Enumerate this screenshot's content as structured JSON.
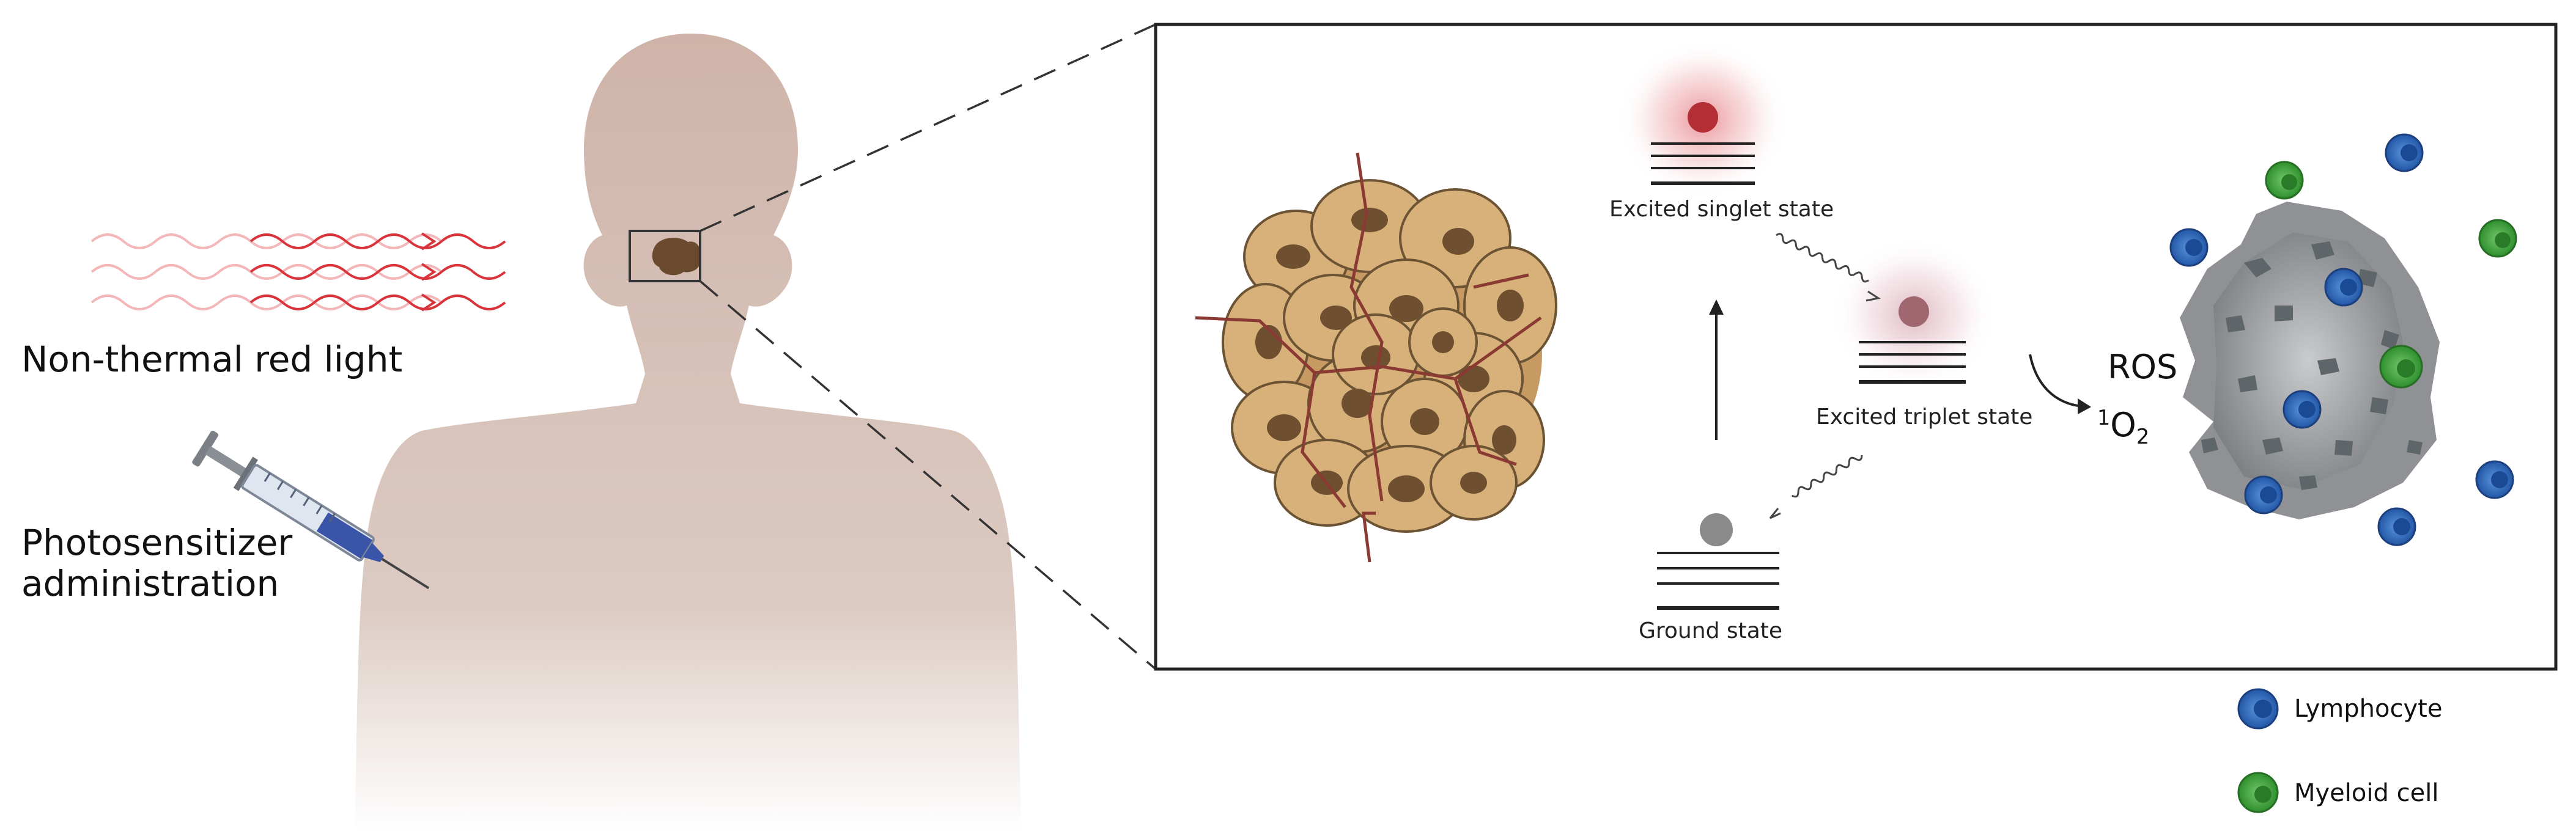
{
  "labels": {
    "red_light": "Non-thermal red light",
    "photosensitizer_line1": "Photosensitizer",
    "photosensitizer_line2": "administration",
    "excited_singlet": "Excited singlet state",
    "excited_triplet": "Excited triplet state",
    "ground_state": "Ground state",
    "ros": "ROS",
    "singlet_oxygen_sup": "1",
    "singlet_oxygen_base": "O",
    "singlet_oxygen_sub": "2"
  },
  "legend": {
    "items": [
      {
        "label": "Lymphocyte",
        "color": "#2f6fc4"
      },
      {
        "label": "Myeloid cell",
        "color": "#3fa83c"
      }
    ]
  },
  "colors": {
    "body_skin": "#d4bdb2",
    "tumor_spot": "#6a4a2e",
    "tumor_cell": "#d7b07a",
    "tumor_nucleus": "#6e5030",
    "vessel": "#8a3a32",
    "light_wave": "#d9343b",
    "singlet_dot": "#b32e35",
    "triplet_dot": "#a06770",
    "ground_dot": "#8a8a8a",
    "treated_tumor": "#8f9194"
  }
}
